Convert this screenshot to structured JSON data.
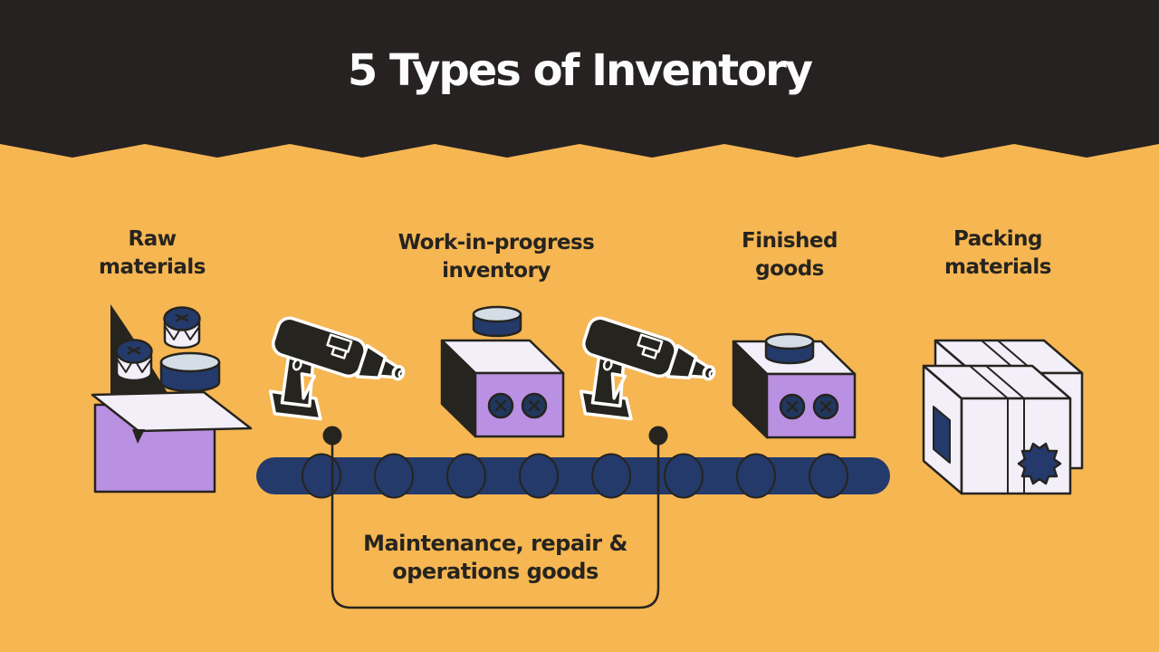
{
  "header": {
    "title": "5 Types of Inventory"
  },
  "colors": {
    "background": "#F6B652",
    "header_bg": "#262222",
    "title_text": "#FCFCFC",
    "ink": "#26241F",
    "navy": "#243A6B",
    "navy_deep": "#20375E",
    "purple": "#BA90E2",
    "lavender": "#F2EFF9",
    "cylinder_top": "#D4DDE6"
  },
  "items": {
    "raw_materials": {
      "label": [
        "Raw",
        "materials"
      ],
      "icon": "open-box-with-drums-icon"
    },
    "wip": {
      "label": [
        "Work-in-progress",
        "inventory"
      ],
      "icon": "drill-and-open-screw-box-icon"
    },
    "finished_goods": {
      "label": [
        "Finished",
        "goods"
      ],
      "icon": "assembled-screw-box-icon"
    },
    "packing_materials": {
      "label": [
        "Packing",
        "materials"
      ],
      "icon": "stacked-shipping-boxes-icon"
    },
    "mro": {
      "label": [
        "Maintenance, repair &",
        "operations goods"
      ],
      "icon": "conveyor-belt-bracket-icon"
    }
  }
}
